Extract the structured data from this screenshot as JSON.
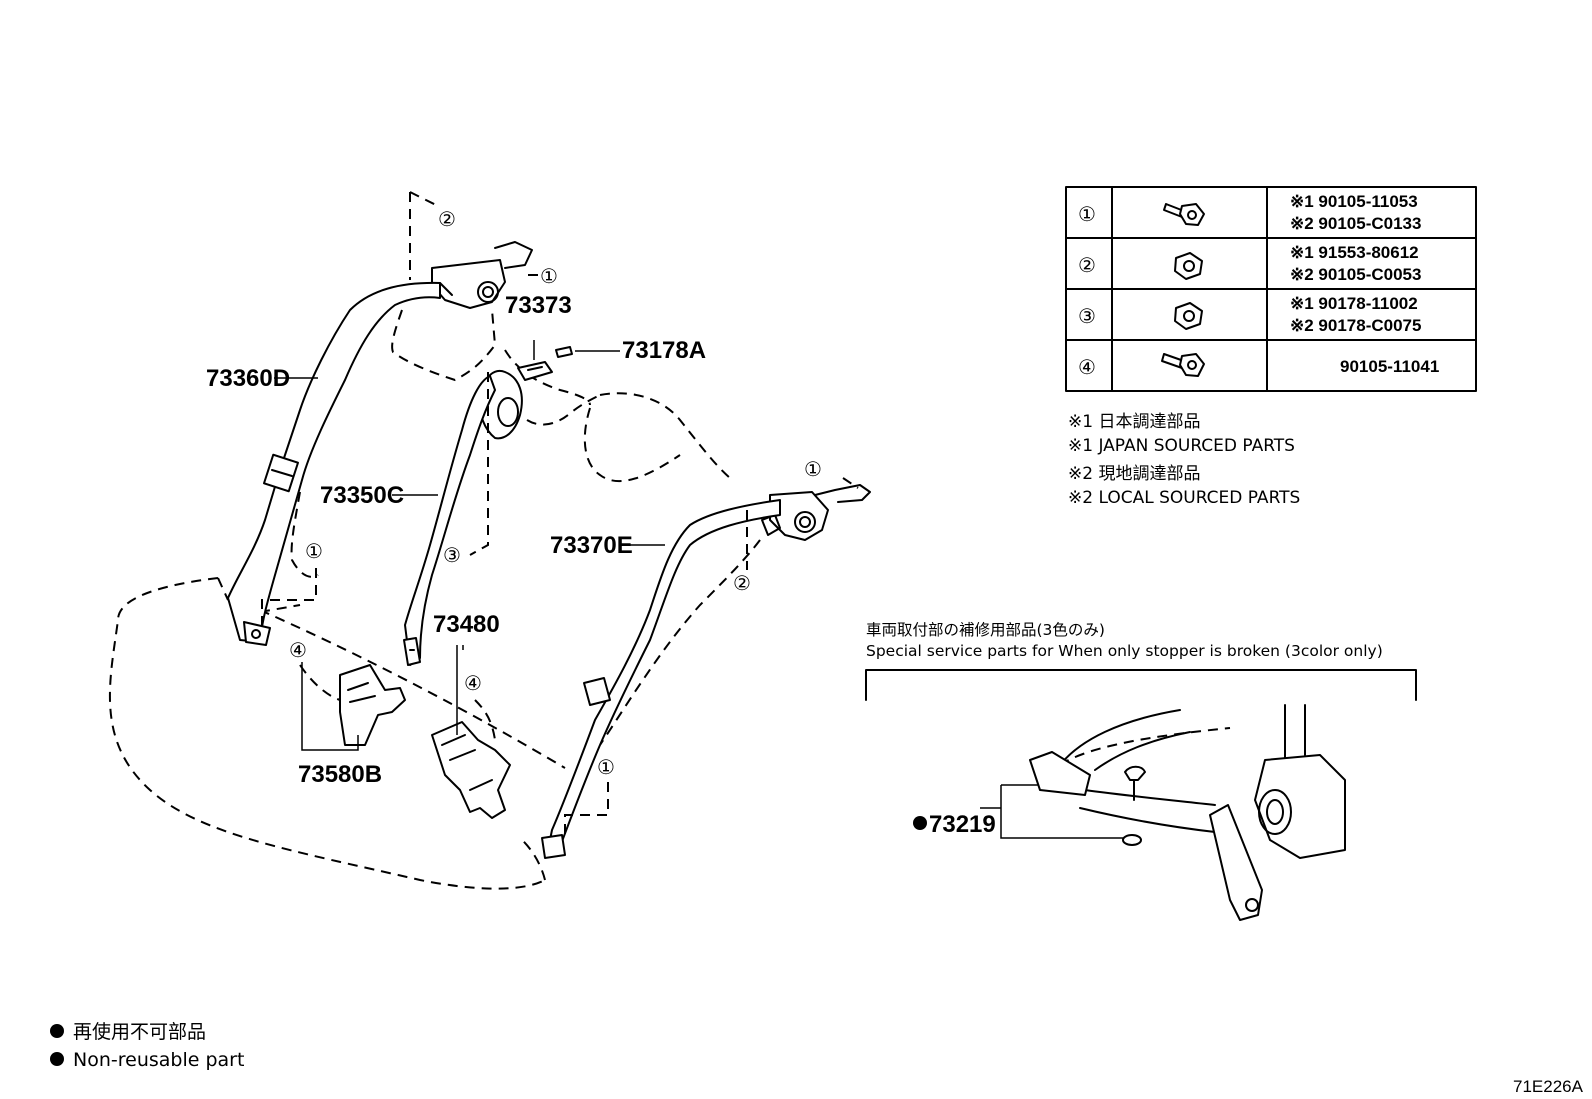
{
  "parts": {
    "p73360D": "73360D",
    "p73373": "73373",
    "p73178A": "73178A",
    "p73350C": "73350C",
    "p73370E": "73370E",
    "p73480": "73480",
    "p73580B": "73580B",
    "p73219": "73219"
  },
  "callouts": {
    "c1": "①",
    "c2": "②",
    "c3": "③",
    "c4": "④"
  },
  "fastener_table": {
    "rows": [
      {
        "ref": "①",
        "icon": "bolt-icon",
        "line1": "※1 90105-11053",
        "line2": "※2 90105-C0133"
      },
      {
        "ref": "②",
        "icon": "nut-icon",
        "line1": "※1 91553-80612",
        "line2": "※2 90105-C0053"
      },
      {
        "ref": "③",
        "icon": "nut-icon",
        "line1": "※1 90178-11002",
        "line2": "※2 90178-C0075"
      },
      {
        "ref": "④",
        "icon": "bolt-icon",
        "line1": "90105-11041",
        "line2": ""
      }
    ]
  },
  "notes": {
    "n1_jp": "※1 日本調達部品",
    "n1_en": "※1 JAPAN SOURCED PARTS",
    "n2_jp": "※2 現地調達部品",
    "n2_en": "※2 LOCAL SOURCED PARTS"
  },
  "special": {
    "title_jp": "車両取付部の補修用部品(3色のみ)",
    "title_en": "Special service parts for When only stopper is broken (3color only)"
  },
  "legend": {
    "symbol": "●",
    "jp": "再使用不可部品",
    "en": "Non-reusable part"
  },
  "figure_ref": "71E226A"
}
